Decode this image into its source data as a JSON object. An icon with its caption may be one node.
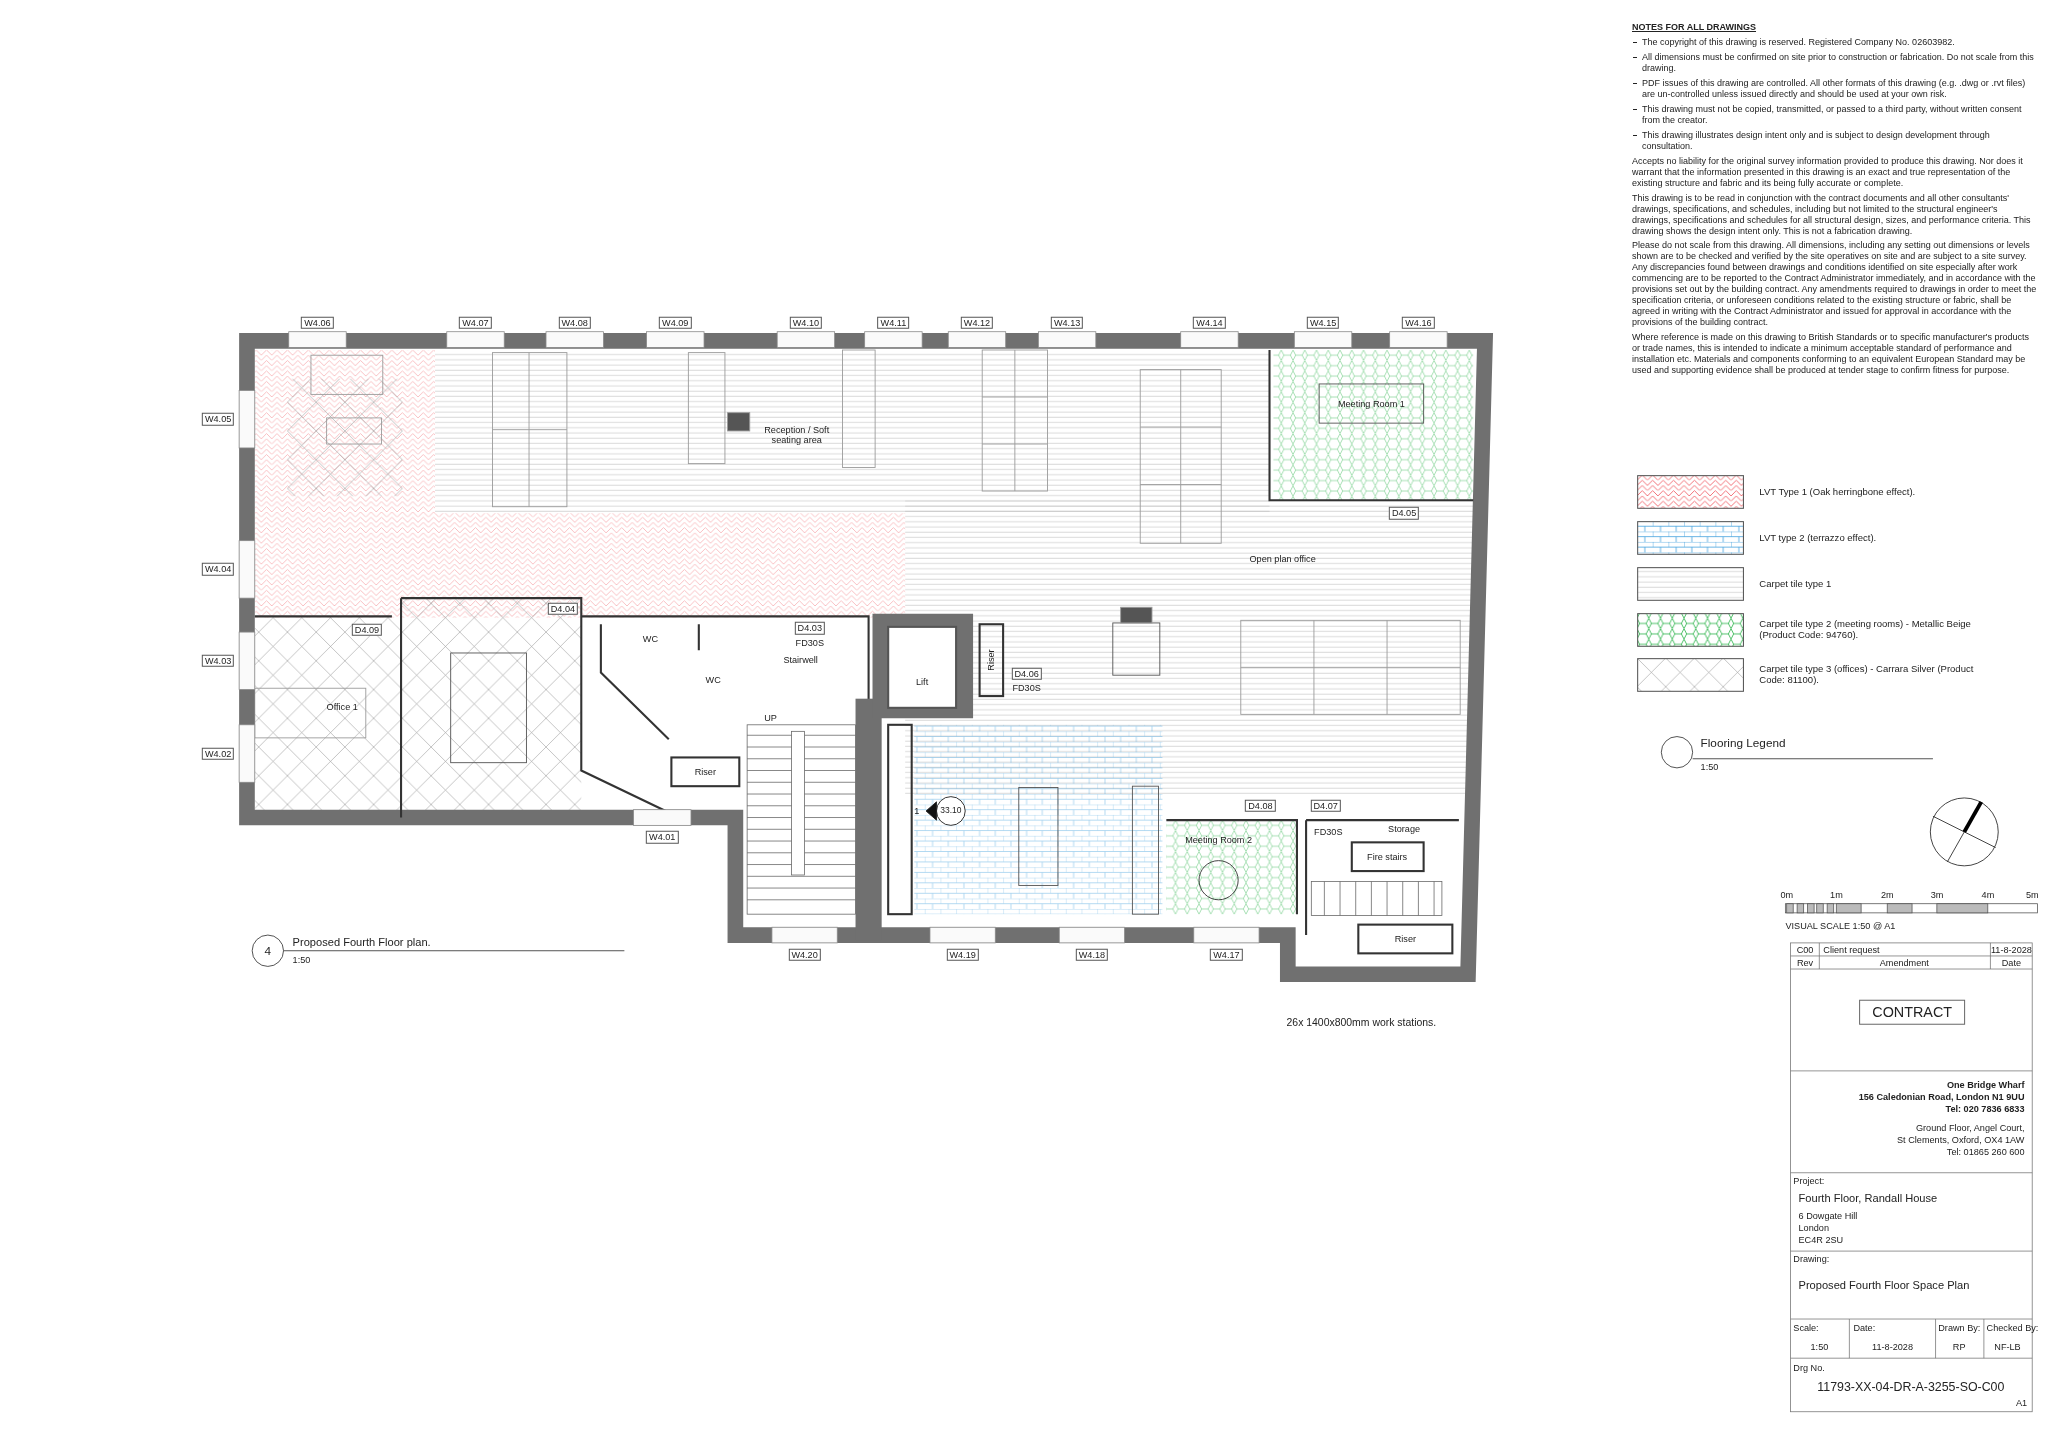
{
  "diagram": {
    "title": "Proposed Fourth Floor plan.",
    "nodes": [
      {
        "text": [
          "Reception / Soft seating area"
        ]
      },
      {
        "text": [
          "Open plan office"
        ]
      },
      {
        "text": [
          "Meeting Room 1"
        ]
      },
      {
        "text": [
          "Office 1"
        ]
      },
      {
        "text": [
          "Stairwell"
        ]
      },
      {
        "text": [
          "WC"
        ]
      },
      {
        "text": [
          "WC"
        ]
      },
      {
        "text": [
          "Riser"
        ]
      },
      {
        "text": [
          "Lift"
        ]
      },
      {
        "text": [
          "Riser"
        ]
      },
      {
        "text": [
          "Meeting Room 2"
        ]
      },
      {
        "text": [
          "Storage"
        ]
      },
      {
        "text": [
          "Fire stairs"
        ]
      },
      {
        "text": [
          "Riser"
        ]
      }
    ],
    "labels": [
      "NOTES FOR ALL DRAWINGS",
      "The copyright of this drawing is reserved. Registered Company No. 02603982.",
      "All dimensions must be confirmed on site prior to construction or fabrication. Do not scale from this drawing.",
      "PDF issues of this drawing are controlled. All other formats of this drawing (e.g. .dwg or .rvt files) are un-controlled unless issued directly and should be used at your own risk.",
      "This drawing must not be copied, transmitted, or passed to a third party, without written consent from the creator.",
      "This drawing illustrates design intent only and is subject to design development through consultation.",
      "Accepts no liability for the original survey information provided to produce this drawing. Nor does it warrant that the information presented in this drawing is an exact and true representation of the existing structure and fabric and its being fully accurate or complete.",
      "This drawing is to be read in conjunction with the contract documents and all other consultants' drawings, specifications, and schedules, including but not limited to the structural engineer's drawings, specifications and schedules for all structural design, sizes, and performance criteria. This drawing shows the design intent only. This is not a fabrication drawing.",
      "Please do not scale from this drawing. All dimensions, including any setting out dimensions or levels shown are to be checked and verified by the site operatives on site and are subject to a site survey. Any discrepancies found between drawings and conditions identified on site especially after work commencing are to be reported to the Contract Administrator immediately, and in accordance with the provisions set out by the building contract. Any amendments required to drawings in order to meet the specification criteria, or unforeseen conditions related to the existing structure or fabric, shall be agreed in writing with the Contract Administrator and issued for approval in accordance with the provisions of the building contract.",
      "Where reference is made on this drawing to British Standards or to specific manufacturer's products or trade names, this is intended to indicate a minimum acceptable standard of performance and installation etc. Materials and components conforming to an equivalent European Standard may be used and supporting evidence shall be produced at tender stage to confirm fitness for purpose.",
      "W4.06",
      "W4.07",
      "W4.08",
      "W4.09",
      "W4.10",
      "W4.11",
      "W4.12",
      "W4.13",
      "W4.14",
      "W4.15",
      "W4.16",
      "W4.05",
      "D4.05",
      "W4.04",
      "D4.04",
      "D4.09",
      "D4.03",
      "FD30S",
      "W4.03",
      "D4.06",
      "FD30S",
      "UP",
      "W4.02",
      "1",
      "33.10",
      "D4.08",
      "D4.07",
      "FD30S",
      "W4.01",
      "W4.20",
      "W4.19",
      "W4.18",
      "W4.17",
      "4",
      "1:50",
      "26x 1400x800mm work stations.",
      "Flooring Legend",
      "1:50",
      "0m",
      "1m",
      "2m",
      "3m",
      "4m",
      "5m",
      "VISUAL SCALE 1:50 @ A1",
      "C00",
      "Client request",
      "11-8-2028",
      "Rev",
      "Amendment",
      "Date",
      "CONTRACT",
      "One Bridge Wharf",
      "156 Caledonian Road, London N1 9UU",
      "Tel: 020 7836 6833",
      "Ground Floor, Angel Court,",
      "St Clements, Oxford, OX4 1AW",
      "Tel: 01865 260 600",
      "Project:",
      "Fourth Floor, Randall House",
      "6 Dowgate Hill",
      "London",
      "EC4R 2SU",
      "Drawing:",
      "Proposed Fourth Floor Space Plan",
      "Scale:",
      "Date:",
      "Drawn By:",
      "Checked By:",
      "1:50",
      "11-8-2028",
      "RP",
      "NF-LB",
      "Drg No.",
      "11793-XX-04-DR-A-3255-SO-C00",
      "A1"
    ],
    "legend": [
      {
        "text": "LVT Type 1 (Oak herringbone effect)."
      },
      {
        "text": "LVT type 2 (terrazzo effect)."
      },
      {
        "text": "Carpet tile type 1"
      },
      {
        "text": "Carpet tile type 2 (meeting rooms) - Metallic Beige (Product Code: 94760)."
      },
      {
        "text": "Carpet tile type 3 (offices) - Carrara Silver (Product Code: 81100)."
      }
    ]
  }
}
